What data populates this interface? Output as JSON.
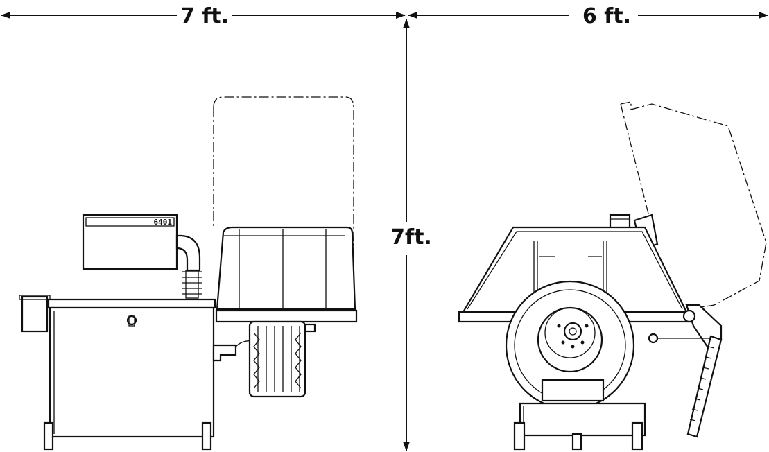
{
  "dimensions": {
    "left_width": "7 ft.",
    "right_width": "6 ft.",
    "height": "7ft."
  },
  "left_view": {
    "console_model": "6401"
  },
  "colors": {
    "ink": "#111111",
    "background": "#ffffff"
  }
}
